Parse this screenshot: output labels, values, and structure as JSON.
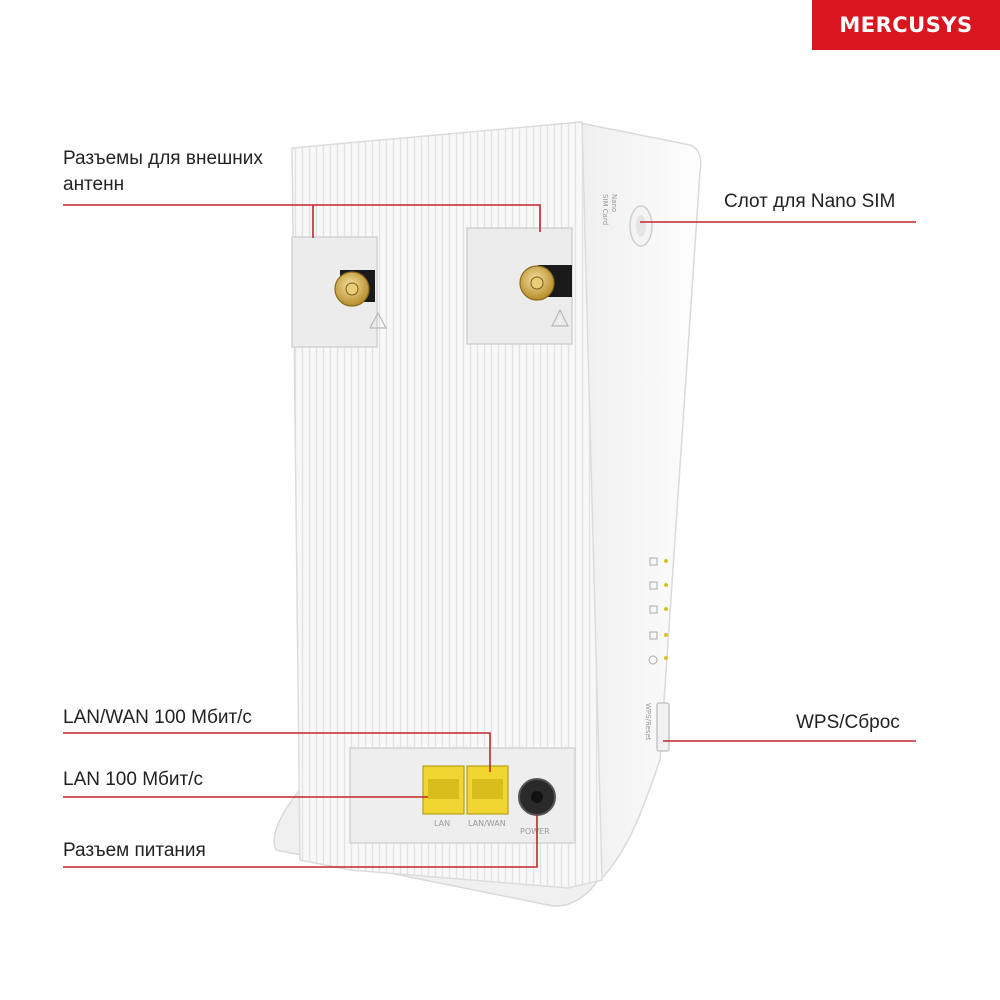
{
  "brand": {
    "logo_text": "MERCUSYS",
    "color": "#d9161f"
  },
  "callouts": {
    "antenna_connectors": {
      "line1": "Разъемы для внешних",
      "line2": "антенн"
    },
    "nano_sim_slot": "Слот для Nano SIM",
    "lan_wan_port": "LAN/WAN 100 Мбит/с",
    "lan_port": "LAN 100 Мбит/с",
    "power_jack": "Разъем питания",
    "wps_reset": "WPS/Сброс"
  },
  "device_markings": {
    "sim_label_1": "Nano",
    "sim_label_2": "SIM Card",
    "port_lan": "LAN",
    "port_lan_wan": "LAN/WAN",
    "port_power": "POWER",
    "wps_label": "WPS/Reset"
  },
  "colors": {
    "leader_line": "#c0262d",
    "ethernet_port": "#f1d531",
    "device_body": "#f7f7f7"
  },
  "icons": [
    "antenna-connector-icon",
    "warning-icon",
    "led-indicator-icon"
  ]
}
